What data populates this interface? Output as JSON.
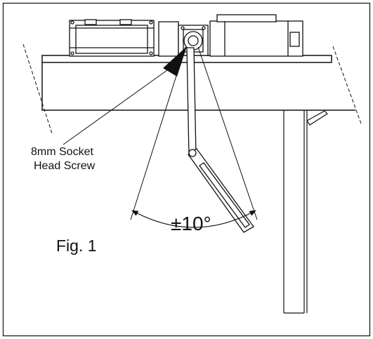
{
  "callout": {
    "line1": "8mm Socket",
    "line2": "Head Screw"
  },
  "angle_label": "±10°",
  "figure_label": "Fig. 1",
  "colors": {
    "ink": "#111111",
    "background": "#ffffff"
  }
}
